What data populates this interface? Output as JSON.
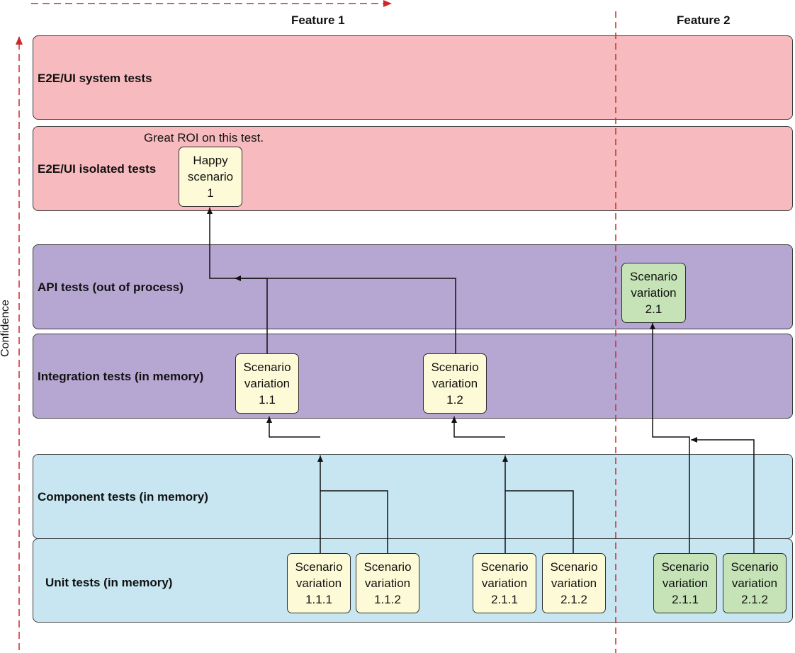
{
  "columns": {
    "feature1": "Feature 1",
    "feature2": "Feature 2"
  },
  "axis": {
    "confidence": "Confidence"
  },
  "layers": {
    "e2e_system": "E2E/UI system tests",
    "e2e_isolated": "E2E/UI isolated tests",
    "api": "API tests (out of process)",
    "integration": "Integration tests (in memory)",
    "component": "Component tests (in memory)",
    "unit": "Unit tests (in memory)"
  },
  "annotation": "Great ROI on this test.",
  "cards": {
    "happy": [
      "Happy",
      "scenario",
      "1"
    ],
    "int_11": [
      "Scenario",
      "variation",
      "1.1"
    ],
    "int_12": [
      "Scenario",
      "variation",
      "1.2"
    ],
    "api_21": [
      "Scenario",
      "variation",
      "2.1"
    ],
    "unit_111": [
      "Scenario",
      "variation",
      "1.1.1"
    ],
    "unit_112": [
      "Scenario",
      "variation",
      "1.1.2"
    ],
    "unit_211a": [
      "Scenario",
      "variation",
      "2.1.1"
    ],
    "unit_212a": [
      "Scenario",
      "variation",
      "2.1.2"
    ],
    "unit_211b": [
      "Scenario",
      "variation",
      "2.1.1"
    ],
    "unit_212b": [
      "Scenario",
      "variation",
      "2.1.2"
    ]
  },
  "colors": {
    "e2e_band": "#f7babe",
    "integration_band": "#b6a6d2",
    "component_band": "#c7e6f2",
    "card_feature1": "#fdfbd7",
    "card_feature2": "#c5e3b6",
    "guide_lines": "#cc2a2a"
  }
}
